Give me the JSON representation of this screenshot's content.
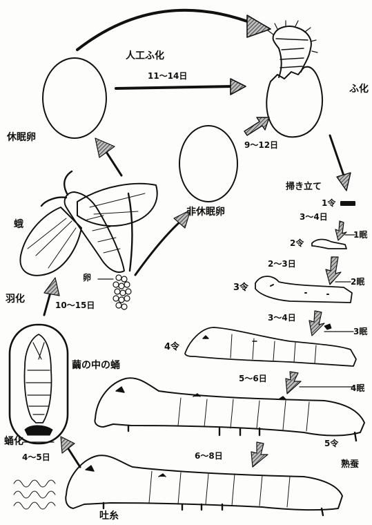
{
  "labels": {
    "artificial_hatching": "人工ふ化",
    "artificial_days": "11～14日",
    "hatching": "ふ化",
    "diapause_egg": "休眠卵",
    "non_diapause_egg": "非休眠卵",
    "nondiapause_days": "9～12日",
    "brushing": "掃き立て",
    "instar1": "1令",
    "d1": "3～4日",
    "molt1": "1眠",
    "instar2": "2令",
    "d2": "2～3日",
    "molt2": "2眠",
    "instar3": "3令",
    "d3": "3～4日",
    "molt3": "3眠",
    "instar4": "4令",
    "d4": "5～6日",
    "molt4": "4眠",
    "instar5": "5令",
    "d5": "6～8日",
    "mature": "熟蚕",
    "spinning": "吐糸",
    "pupation": "蛹化",
    "pupa_days": "4～5日",
    "pupa_in_cocoon": "繭の中の蛹",
    "emergence": "羽化",
    "emergence_days": "10～15日",
    "moth": "蛾",
    "eggs": "卵"
  },
  "colors": {
    "ink": "#111111",
    "paper": "#fdfdfb",
    "arrow_fill": "#9a9a9a"
  }
}
